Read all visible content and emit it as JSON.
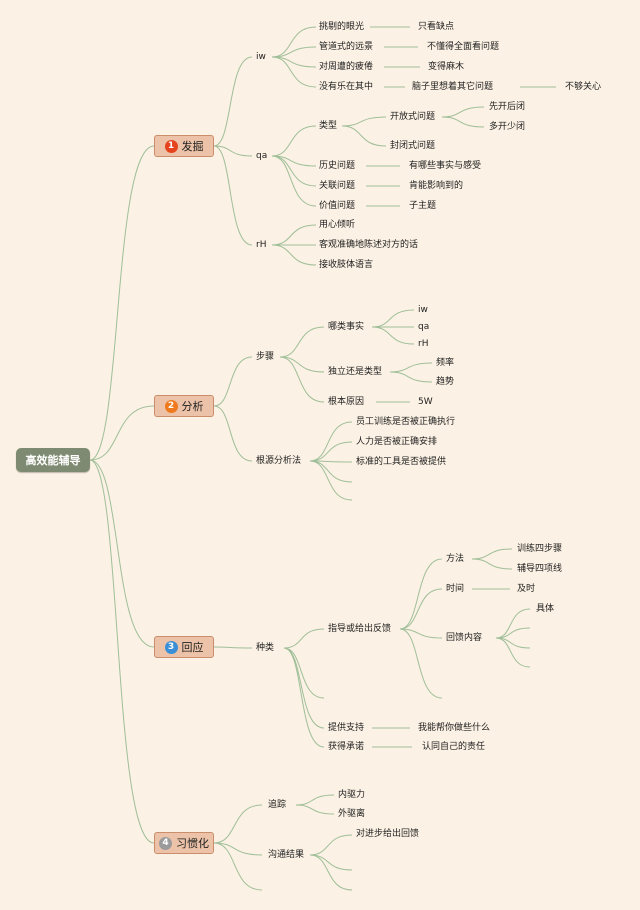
{
  "root": {
    "label": "高效能辅导"
  },
  "colors": {
    "line": "#9fbf98",
    "badge_1": "#e5431e",
    "badge_2": "#ee7a1d",
    "badge_3": "#3b8fd6",
    "badge_4": "#9b9b9b"
  },
  "branches": [
    {
      "number": "1",
      "label": "发掘",
      "children": [
        {
          "label": "iw",
          "children": [
            {
              "label": "挑剔的眼光",
              "children": [
                {
                  "label": "只看缺点"
                }
              ]
            },
            {
              "label": "管道式的远景",
              "children": [
                {
                  "label": "不懂得全面看问题"
                }
              ]
            },
            {
              "label": "对周遭的疲倦",
              "children": [
                {
                  "label": "变得麻木"
                }
              ]
            },
            {
              "label": "没有乐在其中",
              "children": [
                {
                  "label": "脑子里想着其它问题",
                  "children": [
                    {
                      "label": "不够关心"
                    }
                  ]
                }
              ]
            }
          ]
        },
        {
          "label": "qa",
          "children": [
            {
              "label": "类型",
              "children": [
                {
                  "label": "开放式问题",
                  "children": [
                    {
                      "label": "先开后闭"
                    },
                    {
                      "label": "多开少闭"
                    }
                  ]
                },
                {
                  "label": "封闭式问题"
                }
              ]
            },
            {
              "label": "历史问题",
              "children": [
                {
                  "label": "有哪些事实与感受"
                }
              ]
            },
            {
              "label": "关联问题",
              "children": [
                {
                  "label": "肯能影响到的"
                }
              ]
            },
            {
              "label": "价值问题",
              "children": [
                {
                  "label": "子主题"
                }
              ]
            }
          ]
        },
        {
          "label": "rH",
          "children": [
            {
              "label": "用心倾听"
            },
            {
              "label": "客观准确地陈述对方的话"
            },
            {
              "label": "接收肢体语言"
            }
          ]
        }
      ]
    },
    {
      "number": "2",
      "label": "分析",
      "children": [
        {
          "label": "步骤",
          "children": [
            {
              "label": "哪类事实",
              "children": [
                {
                  "label": "iw"
                },
                {
                  "label": "qa"
                },
                {
                  "label": "rH"
                }
              ]
            },
            {
              "label": "独立还是类型",
              "children": [
                {
                  "label": "频率"
                },
                {
                  "label": "趋势"
                }
              ]
            },
            {
              "label": "根本原因",
              "children": [
                {
                  "label": "5W"
                }
              ]
            }
          ]
        },
        {
          "label": "根源分析法",
          "children": [
            {
              "label": "员工训练是否被正确执行"
            },
            {
              "label": "人力是否被正确安排"
            },
            {
              "label": "标准的工具是否被提供"
            }
          ]
        }
      ]
    },
    {
      "number": "3",
      "label": "回应",
      "children": [
        {
          "label": "种类",
          "children": [
            {
              "label": "指导或给出反馈",
              "children": [
                {
                  "label": "方法",
                  "children": [
                    {
                      "label": "训练四步骤"
                    },
                    {
                      "label": "辅导四项线"
                    }
                  ]
                },
                {
                  "label": "时间",
                  "children": [
                    {
                      "label": "及时"
                    }
                  ]
                },
                {
                  "label": "回馈内容",
                  "children": [
                    {
                      "label": "具体"
                    }
                  ]
                }
              ]
            },
            {
              "label": "提供支持",
              "children": [
                {
                  "label": "我能帮你做些什么"
                }
              ]
            },
            {
              "label": "获得承诺",
              "children": [
                {
                  "label": "认同自己的责任"
                }
              ]
            }
          ]
        }
      ]
    },
    {
      "number": "4",
      "label": "习惯化",
      "children": [
        {
          "label": "追踪",
          "children": [
            {
              "label": "内驱力"
            },
            {
              "label": "外驱离"
            }
          ]
        },
        {
          "label": "沟通结果",
          "children": [
            {
              "label": "对进步给出回馈"
            }
          ]
        }
      ]
    }
  ]
}
